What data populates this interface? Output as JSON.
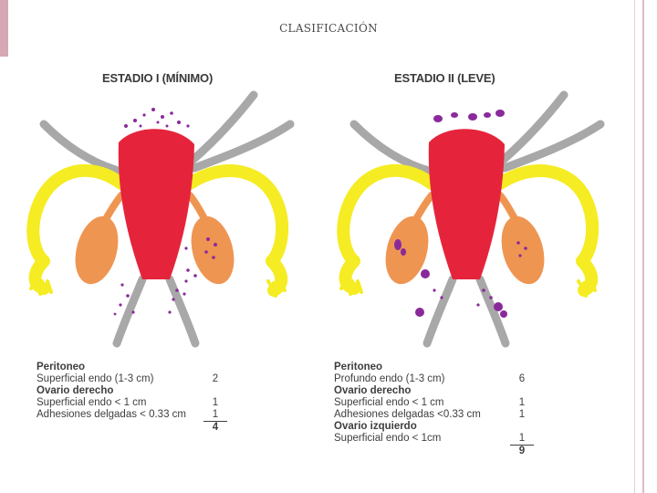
{
  "slide": {
    "title": "CLASIFICACIÓN"
  },
  "colors": {
    "uterus": "#e5243b",
    "ovary": "#ef9552",
    "tube": "#f5ec23",
    "ligament": "#a8a8a8",
    "lesion": "#8a2a9a"
  },
  "stages": [
    {
      "title": "ESTADIO I (MÍNIMO)",
      "rows": [
        {
          "label": "Peritoneo",
          "value": "",
          "header": true
        },
        {
          "label": "Superficial endo (1-3 cm)",
          "value": "2",
          "header": false
        },
        {
          "label": "Ovario derecho",
          "value": "",
          "header": true
        },
        {
          "label": "Superficial endo < 1 cm",
          "value": "1",
          "header": false
        },
        {
          "label": "Adhesiones delgadas  < 0.33 cm",
          "value": "1",
          "header": false
        }
      ],
      "total": "4"
    },
    {
      "title": "ESTADIO II (LEVE)",
      "rows": [
        {
          "label": "Peritoneo",
          "value": "",
          "header": true
        },
        {
          "label": "Profundo endo (1-3 cm)",
          "value": "6",
          "header": false
        },
        {
          "label": "Ovario derecho",
          "value": "",
          "header": true
        },
        {
          "label": "Superficial endo < 1 cm",
          "value": "1",
          "header": false
        },
        {
          "label": "Adhesiones delgadas <0.33 cm",
          "value": "1",
          "header": false
        },
        {
          "label": "Ovario izquierdo",
          "value": "",
          "header": true
        },
        {
          "label": "Superficial endo  < 1cm",
          "value": "1",
          "header": false
        }
      ],
      "total": "9"
    }
  ]
}
